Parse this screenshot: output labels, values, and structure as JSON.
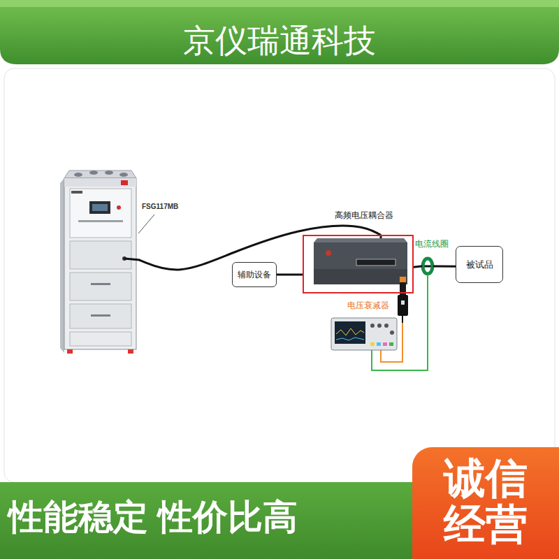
{
  "diagram": {
    "title": "京仪瑞通科技",
    "nodes": [
      {
        "text": [
          "FSG117MB"
        ]
      },
      {
        "text": [
          "高频电压耦合器"
        ]
      },
      {
        "text": [
          "辅助设备"
        ]
      },
      {
        "text": [
          "电流线圈"
        ]
      },
      {
        "text": [
          "被试品"
        ]
      },
      {
        "text": [
          "性能稳定 性价比高"
        ]
      },
      {
        "text": [
          "诚信 经营"
        ]
      }
    ],
    "edges": [
      {
        "from": 0,
        "to": 1,
        "arrow": "none"
      },
      {
        "from": 2,
        "to": 1,
        "arrow": "none"
      },
      {
        "from": 1,
        "to": 3,
        "arrow": "none"
      },
      {
        "from": 3,
        "to": 4,
        "arrow": "none"
      }
    ],
    "labels": [
      "电压衰减器"
    ]
  }
}
